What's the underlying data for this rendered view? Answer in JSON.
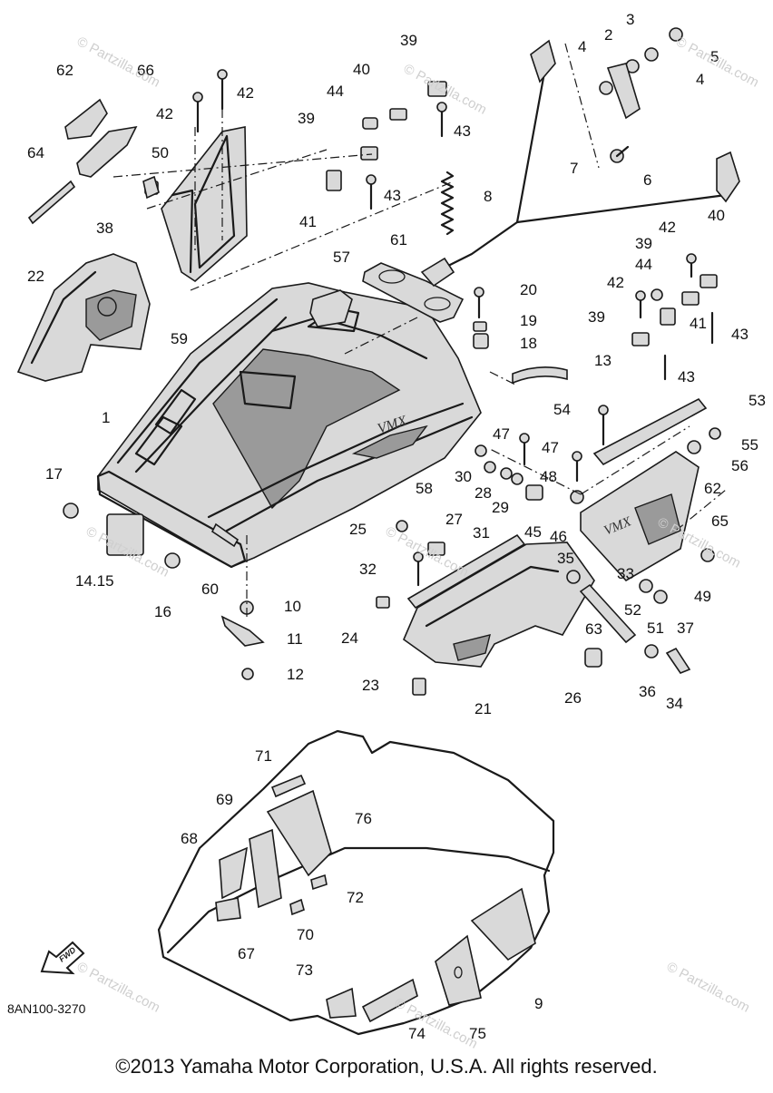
{
  "diagram": {
    "part_numbers": [
      "1",
      "2",
      "3",
      "4",
      "5",
      "6",
      "7",
      "8",
      "9",
      "10",
      "11",
      "12",
      "13",
      "14.15",
      "16",
      "17",
      "18",
      "19",
      "20",
      "21",
      "22",
      "23",
      "24",
      "25",
      "26",
      "27",
      "28",
      "29",
      "30",
      "31",
      "32",
      "33",
      "34",
      "35",
      "36",
      "37",
      "38",
      "39",
      "40",
      "41",
      "42",
      "43",
      "44",
      "45",
      "46",
      "47",
      "48",
      "49",
      "50",
      "51",
      "52",
      "53",
      "54",
      "55",
      "56",
      "57",
      "58",
      "59",
      "60",
      "61",
      "62",
      "63",
      "64",
      "65",
      "66",
      "67",
      "68",
      "69",
      "70",
      "71",
      "72",
      "73",
      "74",
      "75",
      "76"
    ],
    "fwd_label": "FWD",
    "diagram_code": "8AN100-3270",
    "watermark": "© Partzilla.com"
  },
  "footer": {
    "copyright": "©2013 Yamaha Motor Corporation, U.S.A. All rights reserved."
  }
}
